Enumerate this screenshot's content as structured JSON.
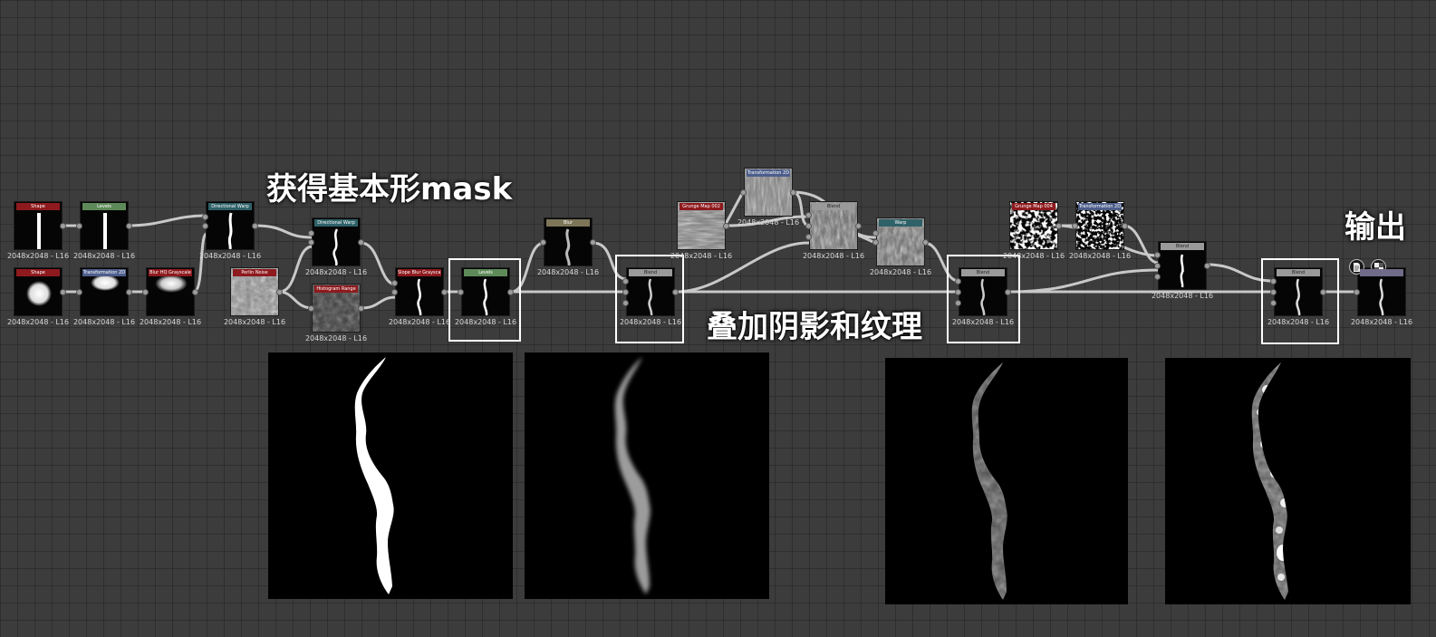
{
  "colors": {
    "background": "#3c3c3c",
    "header_red": "#8e1a1e",
    "header_green": "#5d8a58",
    "header_teal": "#2f6168",
    "header_blue": "#4d5e8c",
    "header_olive": "#7c7558",
    "header_gray": "#9a9a9a",
    "header_purple": "#6e6c88",
    "wire": "#c8c8c8",
    "highlight": "#ffffff"
  },
  "annotations": {
    "get_mask": "获得基本形mask",
    "overlay": "叠加阴影和纹理",
    "output": "输出"
  },
  "nodes": {
    "shape1": {
      "title": "Shape",
      "res": "2048x2048 - L16"
    },
    "levels1": {
      "title": "Levels",
      "res": "2048x2048 - L16"
    },
    "dirwarp1": {
      "title": "Directional Warp",
      "res": "2048x2048 - L16"
    },
    "shape2": {
      "title": "Shape",
      "res": "2048x2048 - L16"
    },
    "transform1": {
      "title": "Transformation 2D",
      "res": "2048x2048 - L16"
    },
    "blurhq": {
      "title": "Blur HQ Grayscale",
      "res": "2048x2048 - L16"
    },
    "perlin": {
      "title": "Perlin Noise",
      "res": "2048x2048 - L16"
    },
    "dirwarp2": {
      "title": "Directional Warp",
      "res": "2048x2048 - L16"
    },
    "histrange": {
      "title": "Histogram Range",
      "res": "2048x2048 - L16"
    },
    "slopeblur": {
      "title": "Slope Blur Grayscale",
      "res": "2048x2048 - L16"
    },
    "levels2": {
      "title": "Levels",
      "res": "2048x2048 - L16"
    },
    "blur": {
      "title": "Blur",
      "res": "2048x2048 - L16"
    },
    "blend1": {
      "title": "Blend",
      "res": "2048x2048 - L16"
    },
    "grunge002": {
      "title": "Grunge Map 002",
      "res": "2048x2048 - L16"
    },
    "transform2": {
      "title": "Transformation 2D",
      "res": "2048x2048 - L16"
    },
    "blend2": {
      "title": "Blend",
      "res": "2048x2048 - L16"
    },
    "warp": {
      "title": "Warp",
      "res": "2048x2048 - L16"
    },
    "blend3": {
      "title": "Blend",
      "res": "2048x2048 - L16"
    },
    "grunge004": {
      "title": "Grunge Map 004",
      "res": "2048x2048 - L16"
    },
    "transform3": {
      "title": "Transformation 2D",
      "res": "2048x2048 - L16"
    },
    "blend4": {
      "title": "Blend",
      "res": "2048x2048 - L16"
    },
    "blend5": {
      "title": "Blend",
      "res": "2048x2048 - L16"
    },
    "output": {
      "title": "",
      "res": "2048x2048 - L16"
    }
  },
  "icons": {
    "output_doc": "document-icon",
    "output_checker": "checker-icon"
  }
}
